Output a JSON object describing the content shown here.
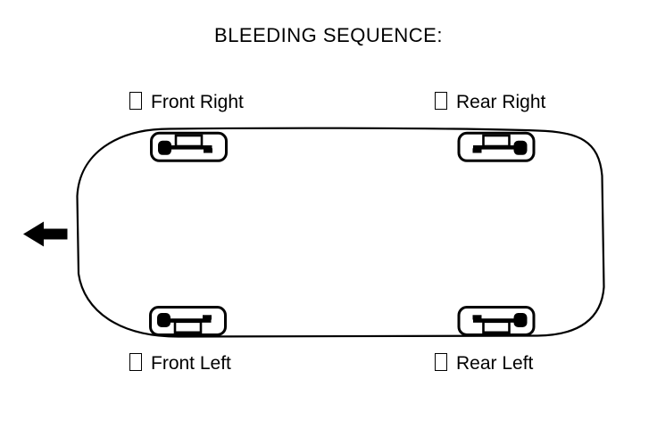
{
  "title": "BLEEDING SEQUENCE:",
  "labels": {
    "front_right": "Front Right",
    "rear_right": "Rear Right",
    "front_left": "Front Left",
    "rear_left": "Rear Left"
  },
  "diagram": {
    "view": "car top view outline with four wheel caliper symbols",
    "direction_arrow": "left",
    "sequence_marker_glyph": "empty-box-glyph"
  },
  "colors": {
    "ink": "#000000",
    "background": "#ffffff"
  }
}
